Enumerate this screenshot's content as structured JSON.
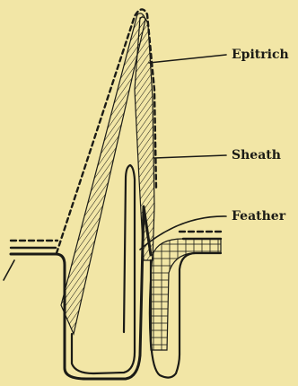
{
  "figure": {
    "labels": {
      "epitrichium": "Epitrich",
      "sheath": "Sheath",
      "feather": "Feather"
    },
    "colors": {
      "paper": "#f2e6a6",
      "ink": "#1b1b16"
    }
  }
}
